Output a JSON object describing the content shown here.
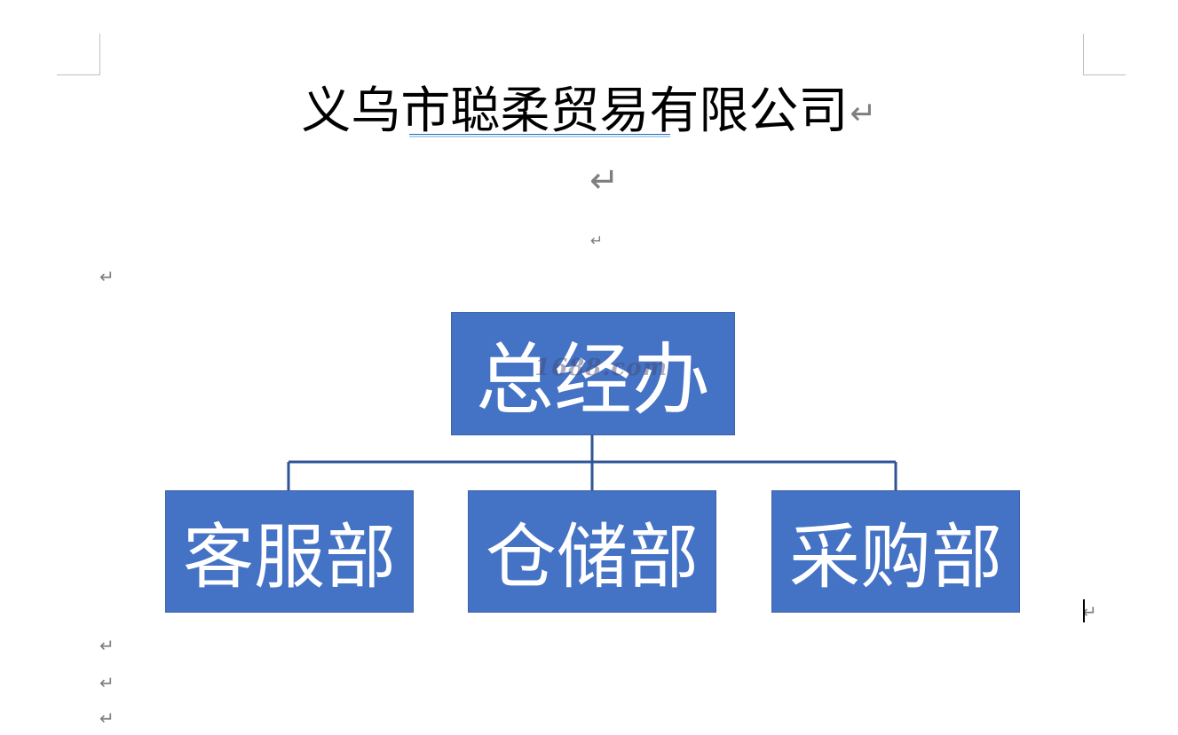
{
  "document": {
    "title": "义乌市聪柔贸易有限公司",
    "paragraph_mark": "↵"
  },
  "org_chart": {
    "root": "总经办",
    "children": [
      "客服部",
      "仓储部",
      "采购部"
    ],
    "box_color": "#4472c4",
    "line_color": "#2f5597",
    "text_color": "#ffffff"
  },
  "watermark": "1688.com"
}
